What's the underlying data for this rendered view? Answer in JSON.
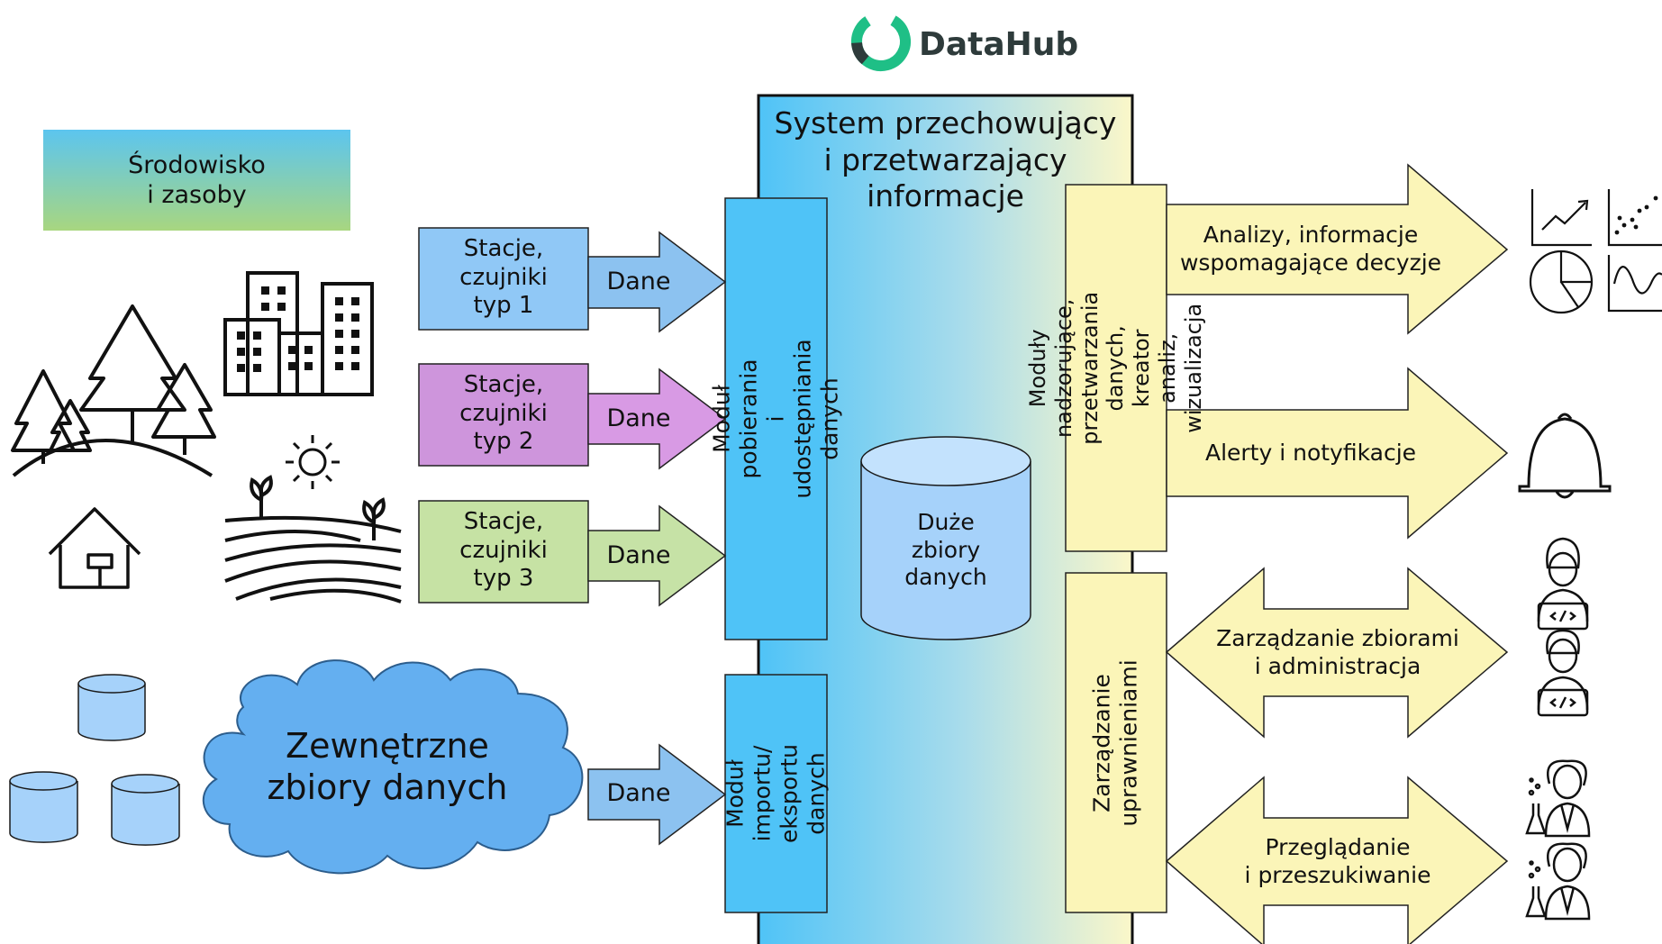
{
  "header": {
    "logo_text": "DataHub"
  },
  "environment": {
    "label": "Środowisko\ni zasoby"
  },
  "stations": [
    {
      "label": "Stacje,\nczujniki\ntyp 1",
      "arrow": "Dane",
      "color": "#90c8f6",
      "arrow_color": "#8cc2f0"
    },
    {
      "label": "Stacje,\nczujniki\ntyp 2",
      "arrow": "Dane",
      "color": "#ce95dc",
      "arrow_color": "#d89ae4"
    },
    {
      "label": "Stacje,\nczujniki\ntyp 3",
      "arrow": "Dane",
      "color": "#c6e2a4",
      "arrow_color": "#c6e2a6"
    }
  ],
  "external": {
    "label": "Zewnętrzne\nzbiory danych",
    "arrow": "Dane"
  },
  "system": {
    "title": "System przechowujący\ni przetwarzający\ninformacje",
    "module_ingest": "Moduł pobierania\ni udostępniania danych",
    "module_import": "Moduł importu/\neksportu danych",
    "big_data": "Duże\nzbiory\ndanych",
    "module_processing": "Moduły nadzorujące,\nprzetwarzania danych,\nkreator analiz, wizualizacja",
    "module_permissions": "Zarządzanie\nuprawnieniami"
  },
  "outputs": [
    {
      "label": "Analizy, informacje\nwspomagające decyzje"
    },
    {
      "label": "Alerty i notyfikacje"
    },
    {
      "label": "Zarządzanie zbiorami\ni administracja"
    },
    {
      "label": "Przeglądanie\ni przeszukiwanie"
    }
  ],
  "icons": {
    "logo": "datahub-logo-icon",
    "trees": "forest-icon",
    "buildings": "city-buildings-icon",
    "house": "house-icon",
    "sun": "sun-icon",
    "fields": "farm-fields-icon",
    "databases": "database-icon",
    "charts": "charts-icon",
    "bell": "bell-icon",
    "developer": "developer-icon",
    "scientist": "scientist-icon"
  },
  "colors": {
    "system_gradient_start": "#4fc3f7",
    "system_gradient_end": "#fff8c8",
    "module_blue": "#4fc3f7",
    "output_yellow": "#fbf5b8",
    "cloud_blue": "#64aff0",
    "cylinder_blue": "#a6d2fa",
    "logo_green": "#1fbf86"
  }
}
